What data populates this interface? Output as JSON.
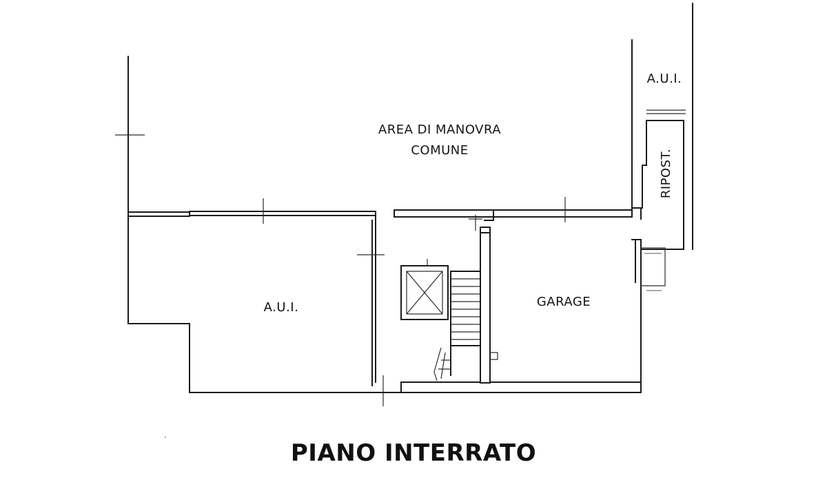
{
  "plan": {
    "labels": {
      "common_area_line1": "AREA DI MANOVRA",
      "common_area_line2": "COMUNE",
      "aui_right": "A.U.I.",
      "ripost": "RIPOST.",
      "aui_left": "A.U.I.",
      "garage": "GARAGE"
    },
    "title": "PIANO INTERRATO"
  }
}
